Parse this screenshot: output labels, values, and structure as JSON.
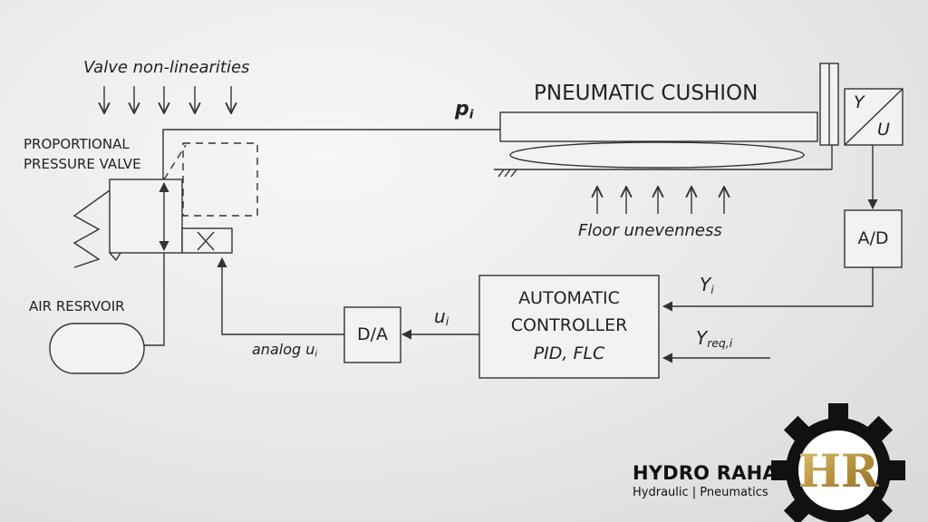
{
  "labels": {
    "valve_nonlinearities": "Valve non-linearities",
    "pneumatic_cushion": "PNEUMATIC CUSHION",
    "p_sym": "p",
    "p_sub": "i",
    "prop_valve_line1": "PROPORTIONAL",
    "prop_valve_line2": "PRESSURE VALVE",
    "floor_unevenness": "Floor unevenness",
    "air_reservoir": "AIR RESRVOIR",
    "ad_box": "A/D",
    "da_box": "D/A",
    "yu_y": "Y",
    "yu_u": "U",
    "yi_sym": "Y",
    "yi_sub": "i",
    "yreq_sym": "Y",
    "yreq_sub": "req,i",
    "ui_sym": "u",
    "ui_sub": "i",
    "analog_text": "analog u",
    "analog_sub": "i",
    "controller_line1": "AUTOMATIC",
    "controller_line2": "CONTROLLER",
    "controller_line3": "PID, FLC"
  },
  "brand": {
    "name": "HYDRO RAHAB",
    "tagline": "Hydraulic | Pneumatics",
    "logo_letters": "HR",
    "gear_icon": "gear-icon",
    "gold_color": "#b8923e",
    "gear_color": "#111111"
  }
}
